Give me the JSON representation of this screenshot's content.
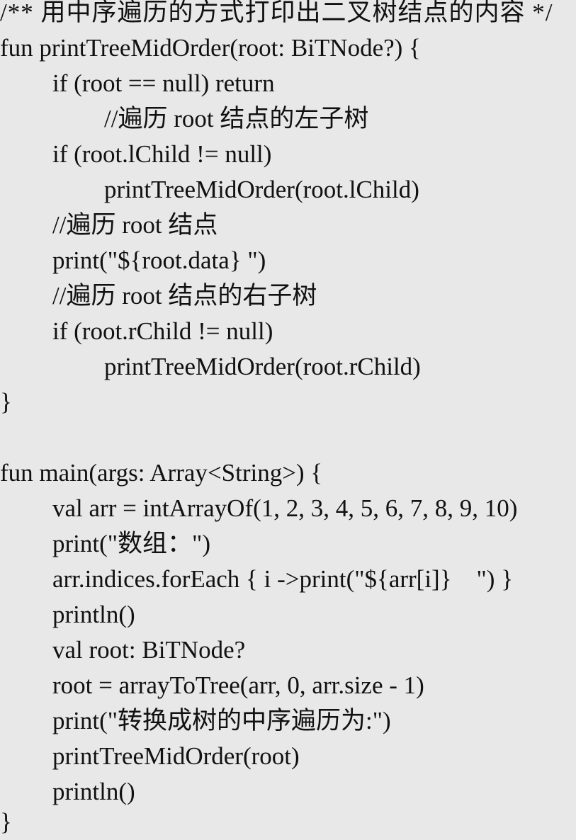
{
  "code": {
    "lines": [
      "/** 用中序遍历的方式打印出二叉树结点的内容 */",
      "fun printTreeMidOrder(root: BiTNode?) {",
      "if (root == null) return",
      "//遍历 root 结点的左子树",
      "if (root.lChild != null)",
      "printTreeMidOrder(root.lChild)",
      "//遍历 root 结点",
      "print(\"${root.data} \")",
      "//遍历 root 结点的右子树",
      "if (root.rChild != null)",
      "printTreeMidOrder(root.rChild)",
      "}",
      "",
      "fun main(args: Array<String>) {",
      "val arr = intArrayOf(1, 2, 3, 4, 5, 6, 7, 8, 9, 10)",
      "print(\"数组：\")",
      "arr.indices.forEach { i ->print(\"${arr[i]}    \") }",
      "println()",
      "val root: BiTNode?",
      "root = arrayToTree(arr, 0, arr.size - 1)",
      "print(\"转换成树的中序遍历为:\")",
      "printTreeMidOrder(root)",
      "println()",
      "}"
    ]
  }
}
